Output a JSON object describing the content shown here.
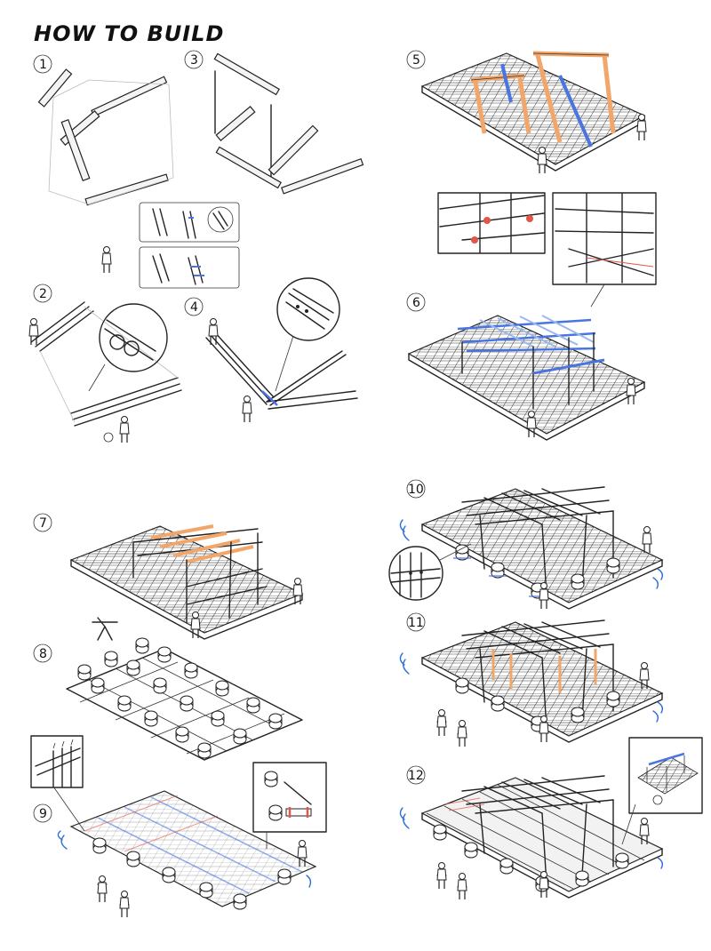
{
  "title": "HOW TO BUILD",
  "steps": [
    "1",
    "2",
    "3",
    "4",
    "5",
    "6",
    "7",
    "8",
    "9",
    "10",
    "11",
    "12"
  ],
  "colors": {
    "ink": "#222222",
    "orange": "#f2a66a",
    "blue": "#4a74e0",
    "light_blue": "#9ab8f0",
    "red": "#e0564a",
    "water": "#2b6fd6",
    "paper": "#ffffff"
  }
}
